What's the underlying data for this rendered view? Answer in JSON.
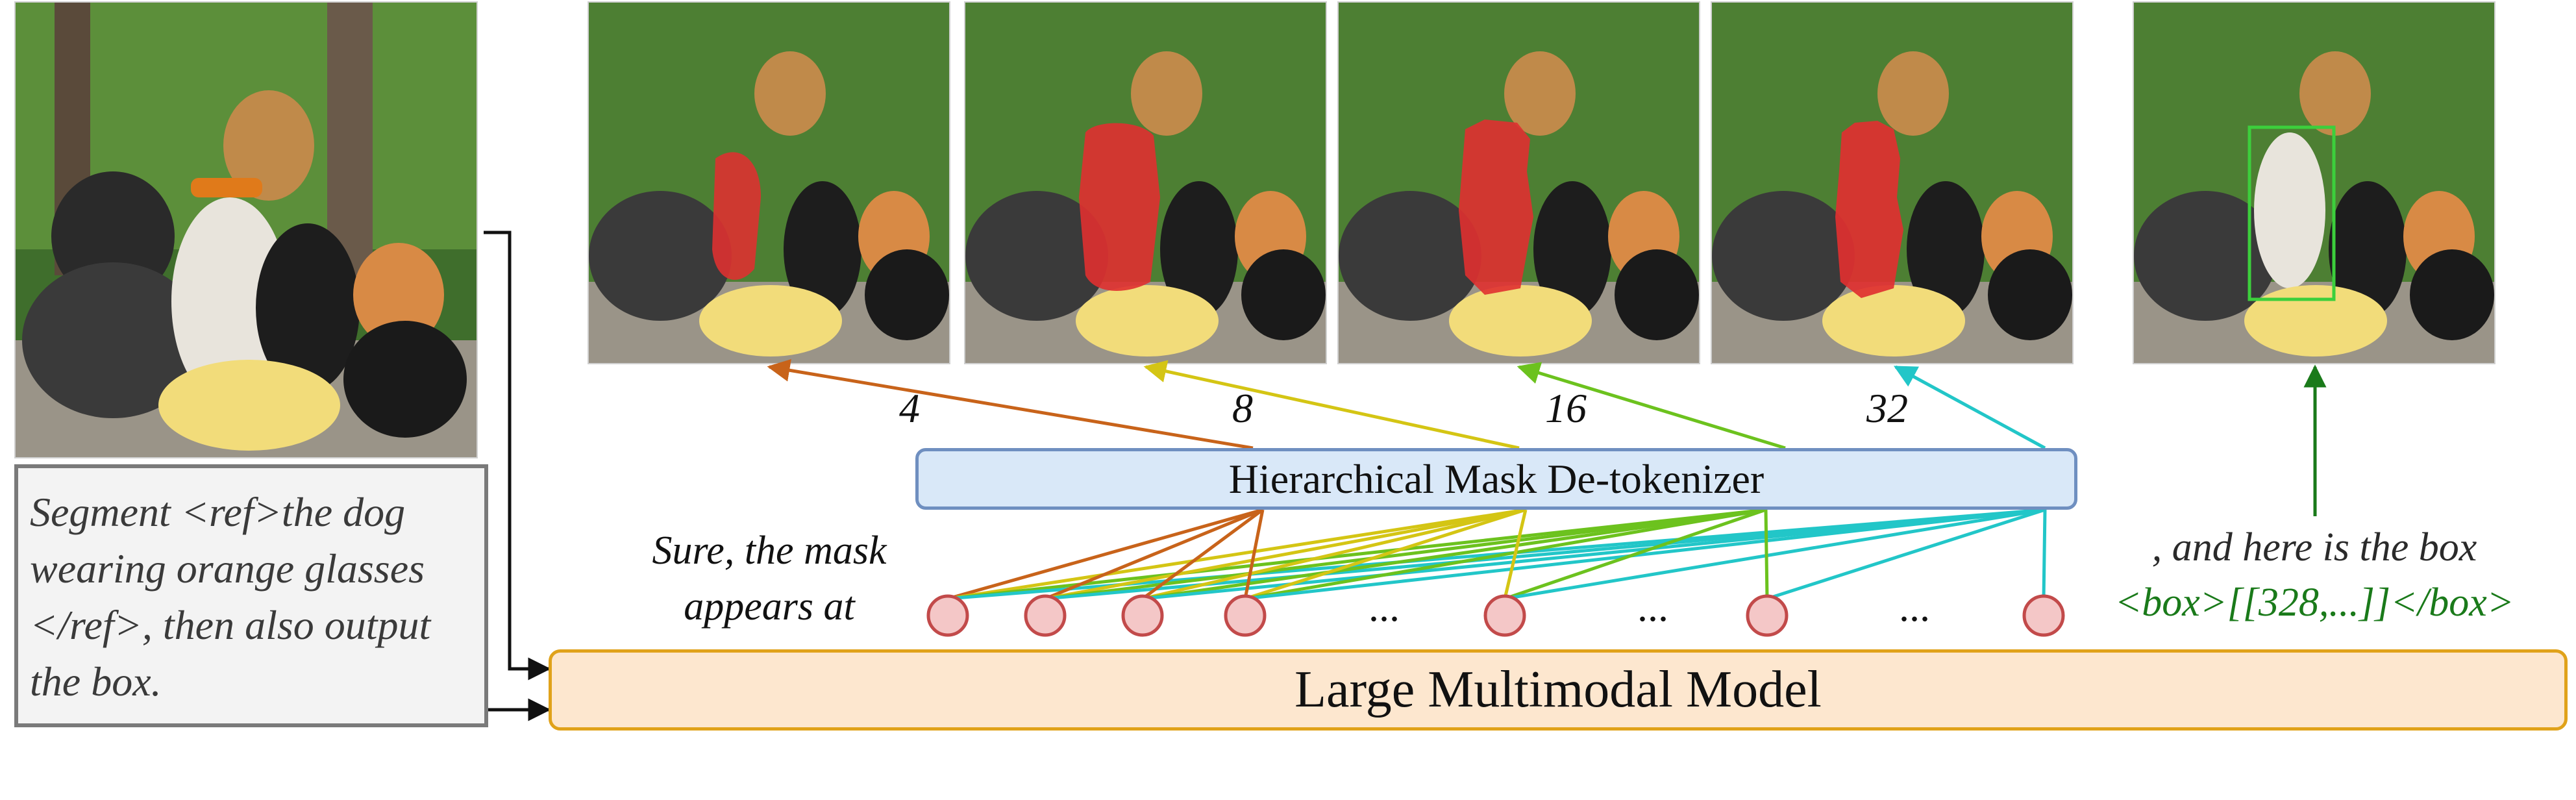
{
  "prompt": {
    "text": "Segment <ref>the dog\nwearing orange glasses\n</ref>, then also output\nthe box."
  },
  "model": {
    "label": "Large Multimodal Model"
  },
  "detokenizer": {
    "label": "Hierarchical Mask De-tokenizer"
  },
  "response": {
    "text": "Sure, the mask\nappears at"
  },
  "levels": [
    {
      "label": "4",
      "color": "#c8631a"
    },
    {
      "label": "8",
      "color": "#d4c514"
    },
    {
      "label": "16",
      "color": "#6cc21e"
    },
    {
      "label": "32",
      "color": "#22c6c8"
    }
  ],
  "ellipsis": "...",
  "box_output": {
    "prefix": ", and here is the box",
    "value": "<box>[[328,...]]</box>",
    "color": "#1a7a1a"
  },
  "colors": {
    "token_fill": "#f4c7c7",
    "token_stroke": "#c24a4a",
    "mask_red": "#e03030",
    "box_green": "#3ccf3c",
    "arrow_dark": "#111111"
  }
}
